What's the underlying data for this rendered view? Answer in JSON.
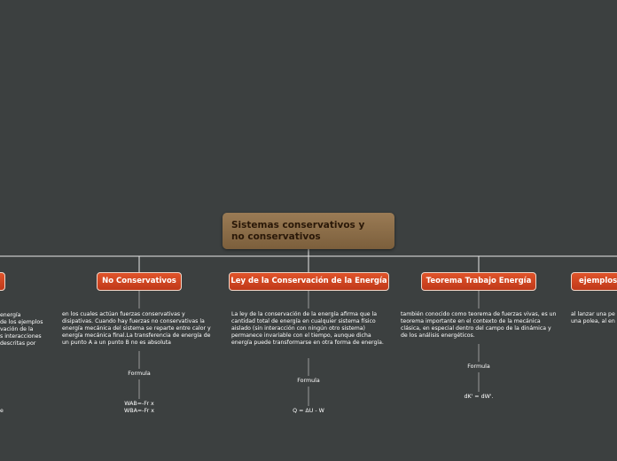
{
  "root": {
    "line1": "Sistemas conservativos y",
    "line2": "no conservativos"
  },
  "branches": {
    "no_conservativos": {
      "label": "No Conservativos",
      "description": "en los cuales actúan fuerzas conservativas y disipativas. Cuando hay fuerzas no conservativas la energía mecánica del sistema se reparte entre calor y energía mecánica final.La transferencia de energía de un punto A a un punto B no es absoluta",
      "formula_label": "Formula",
      "formula_line1": "WAB=-Fr x",
      "formula_line2": "WBA=-Fr x"
    },
    "ley_conservacion": {
      "label": "Ley de la Conservación de la Energía",
      "description": "La ley de la conservación de la energía afirma que la cantidad total de energía en cualquier sistema físico aislado (sin interacción con ningún otro sistema) permanece invariable con el tiempo, aunque dicha energía puede transformarse en otra forma de energía.",
      "formula_label": "Formula",
      "formula": "Q = ΔU - W"
    },
    "teorema_trabajo": {
      "label": "Teorema Trabajo Energía",
      "description": "también conocido como teorema de fuerzas vivas, es un teorema importante en el contexto de la mecánica clásica, en especial dentro del campo de la dinámica y de los análisis energéticos.",
      "formula_label": "Formula",
      "formula": "dK' = dW'."
    },
    "ejemplos": {
      "label": "ejemplos",
      "description_line1": "al lanzar una pe",
      "description_line2": "una polea, al en"
    },
    "left_cut": {
      "lines": [
        "energía",
        "de los ejemplos",
        "vación de la",
        "s interacciones",
        "descritas por"
      ],
      "bottom": "e"
    }
  }
}
